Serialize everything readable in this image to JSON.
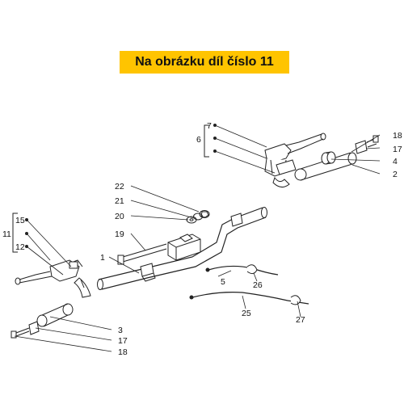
{
  "banner": {
    "text": "Na obrázku díl číslo 11"
  },
  "callouts": {
    "c1": "1",
    "c2": "2",
    "c3": "3",
    "c4": "4",
    "c5": "5",
    "c6": "6",
    "c7": "7",
    "c11": "11",
    "c12": "12",
    "c15": "15",
    "c17a": "17",
    "c17b": "17",
    "c18a": "18",
    "c18b": "18",
    "c19": "19",
    "c20": "20",
    "c21": "21",
    "c22": "22",
    "c25": "25",
    "c26": "26",
    "c27": "27"
  },
  "highlighted_part": "11",
  "colors": {
    "banner": "#ffc400",
    "line": "#222222"
  }
}
